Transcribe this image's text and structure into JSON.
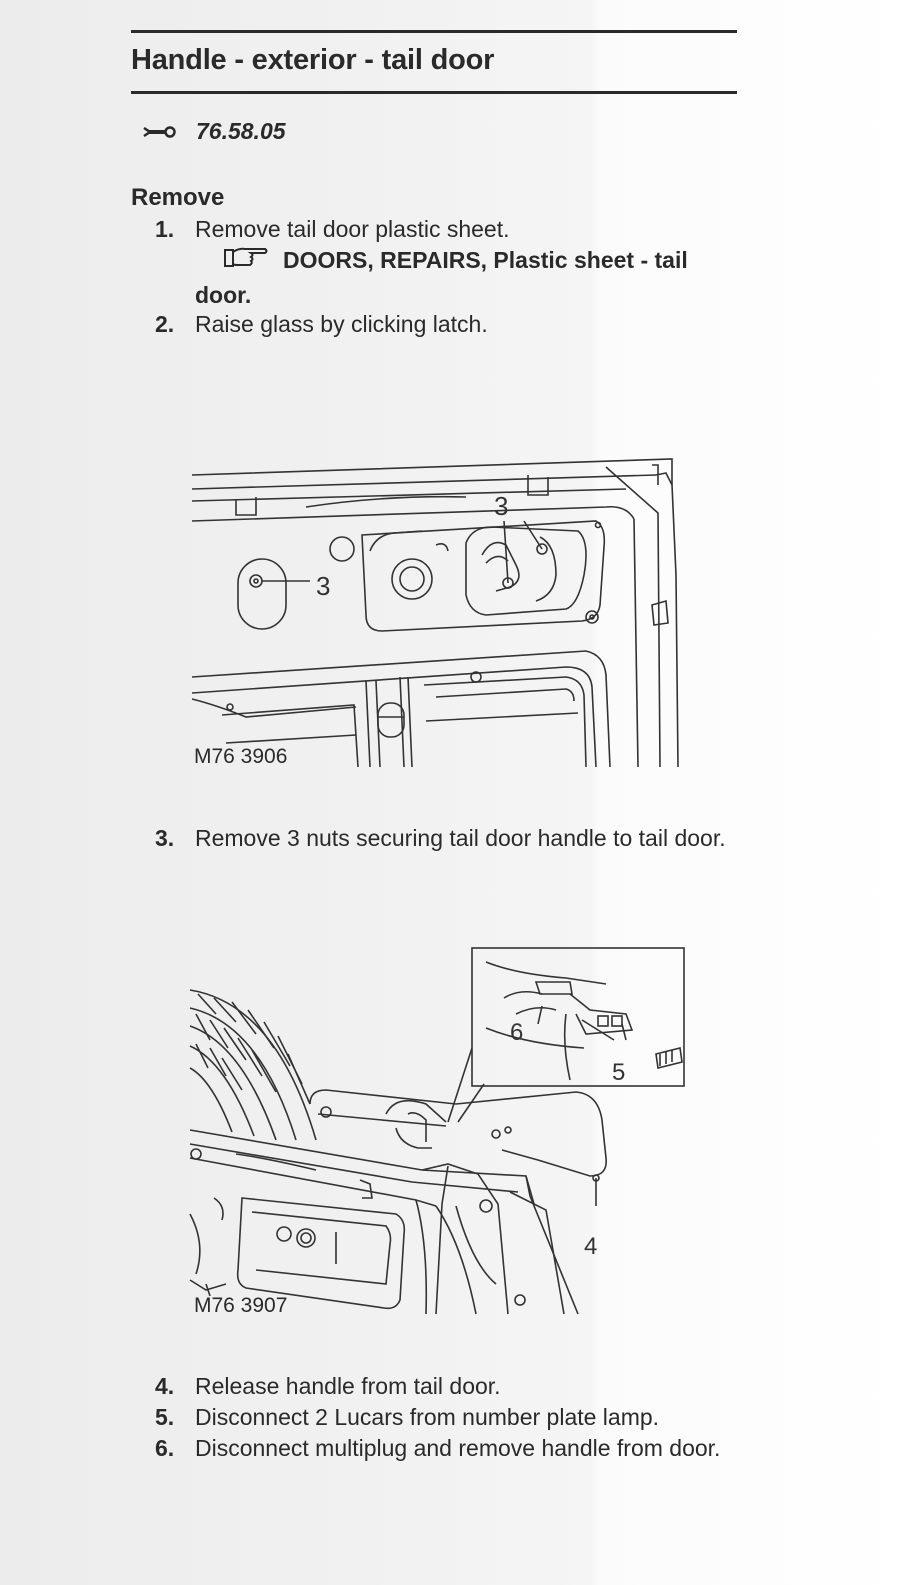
{
  "header": {
    "title": "Handle - exterior - tail door",
    "op_icon": "wrench-icon",
    "op_code": "76.58.05"
  },
  "section": {
    "title": "Remove"
  },
  "steps": [
    {
      "num": "1.",
      "text": "Remove tail door plastic sheet."
    },
    {
      "num": "2.",
      "text": "Raise glass by clicking latch."
    },
    {
      "num": "3.",
      "text": "Remove 3 nuts securing tail door handle to tail door."
    },
    {
      "num": "4.",
      "text": "Release handle from tail door."
    },
    {
      "num": "5.",
      "text": "Disconnect 2 Lucars from number plate lamp."
    },
    {
      "num": "6.",
      "text": "Disconnect multiplug and remove handle from door."
    }
  ],
  "reference": {
    "icon": "pointing-hand-icon",
    "text": "DOORS, REPAIRS, Plastic sheet - tail door."
  },
  "figures": [
    {
      "code": "M76 3906",
      "callouts": [
        "3",
        "3"
      ]
    },
    {
      "code": "M76 3907",
      "callouts": [
        "6",
        "5",
        "4"
      ]
    }
  ]
}
